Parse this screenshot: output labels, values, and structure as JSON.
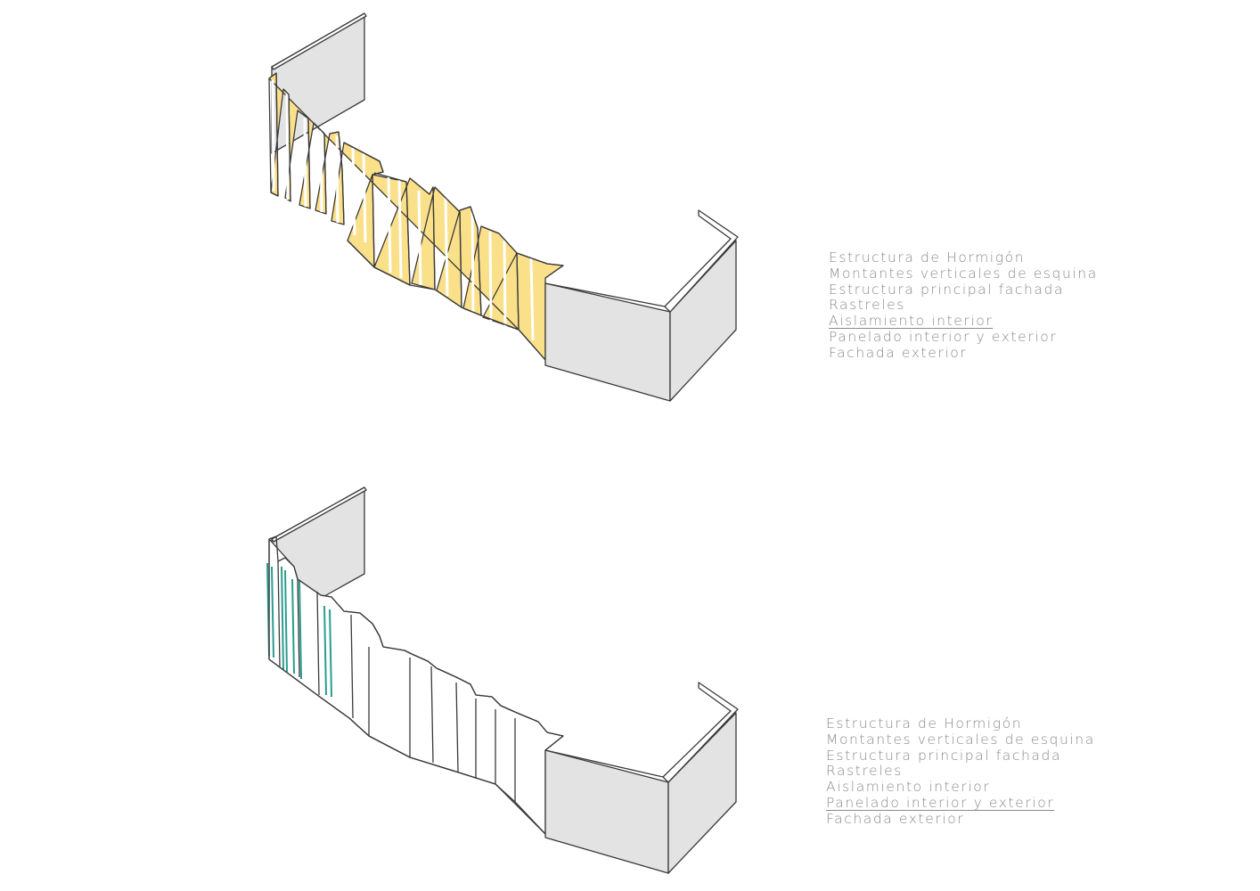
{
  "colors": {
    "concrete_fill": "#e3e3e4",
    "line": "#3a3a3a",
    "insulation_fill": "#fbe08a",
    "panel_fill": "#ffffff",
    "accent_teal": "#2a9d8f",
    "legend_text": "#8a8a8a"
  },
  "diagrams": [
    {
      "highlight": "Aislamiento interior",
      "legend": [
        "Estructura de Hormigón",
        "Montantes verticales de esquina",
        "Estructura principal fachada",
        "Rastreles",
        "Aislamiento interior",
        "Panelado interior y exterior",
        "Fachada exterior"
      ]
    },
    {
      "highlight": "Panelado interior y exterior",
      "legend": [
        "Estructura de Hormigón",
        "Montantes verticales de esquina",
        "Estructura principal fachada",
        "Rastreles",
        "Aislamiento interior",
        "Panelado interior y exterior",
        "Fachada exterior"
      ]
    }
  ]
}
